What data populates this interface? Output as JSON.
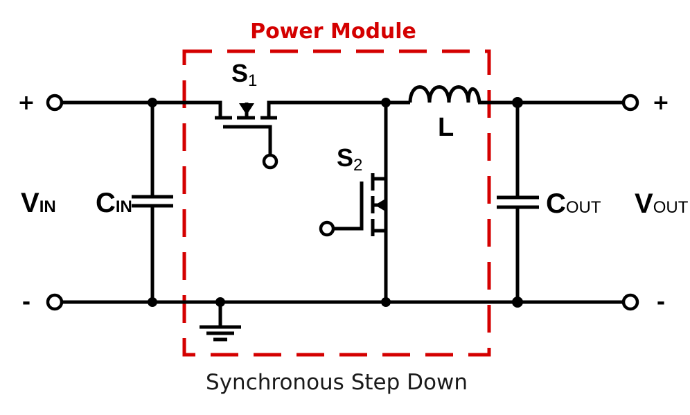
{
  "title": "Power Module",
  "caption": "Synchronous Step Down",
  "colors": {
    "accent": "#d40000",
    "wire": "#000000",
    "background": "#ffffff"
  },
  "terminals": {
    "in_plus": "+",
    "in_minus": "-",
    "out_plus": "+",
    "out_minus": "-"
  },
  "labels": {
    "vin_main": "V",
    "vin_sub": "IN",
    "cin_main": "C",
    "cin_sub": "IN",
    "cout_main": "C",
    "cout_sub": "OUT",
    "vout_main": "V",
    "vout_sub": "OUT",
    "s1_main": "S",
    "s1_sub": "1",
    "s2_main": "S",
    "s2_sub": "2",
    "inductor": "L"
  }
}
